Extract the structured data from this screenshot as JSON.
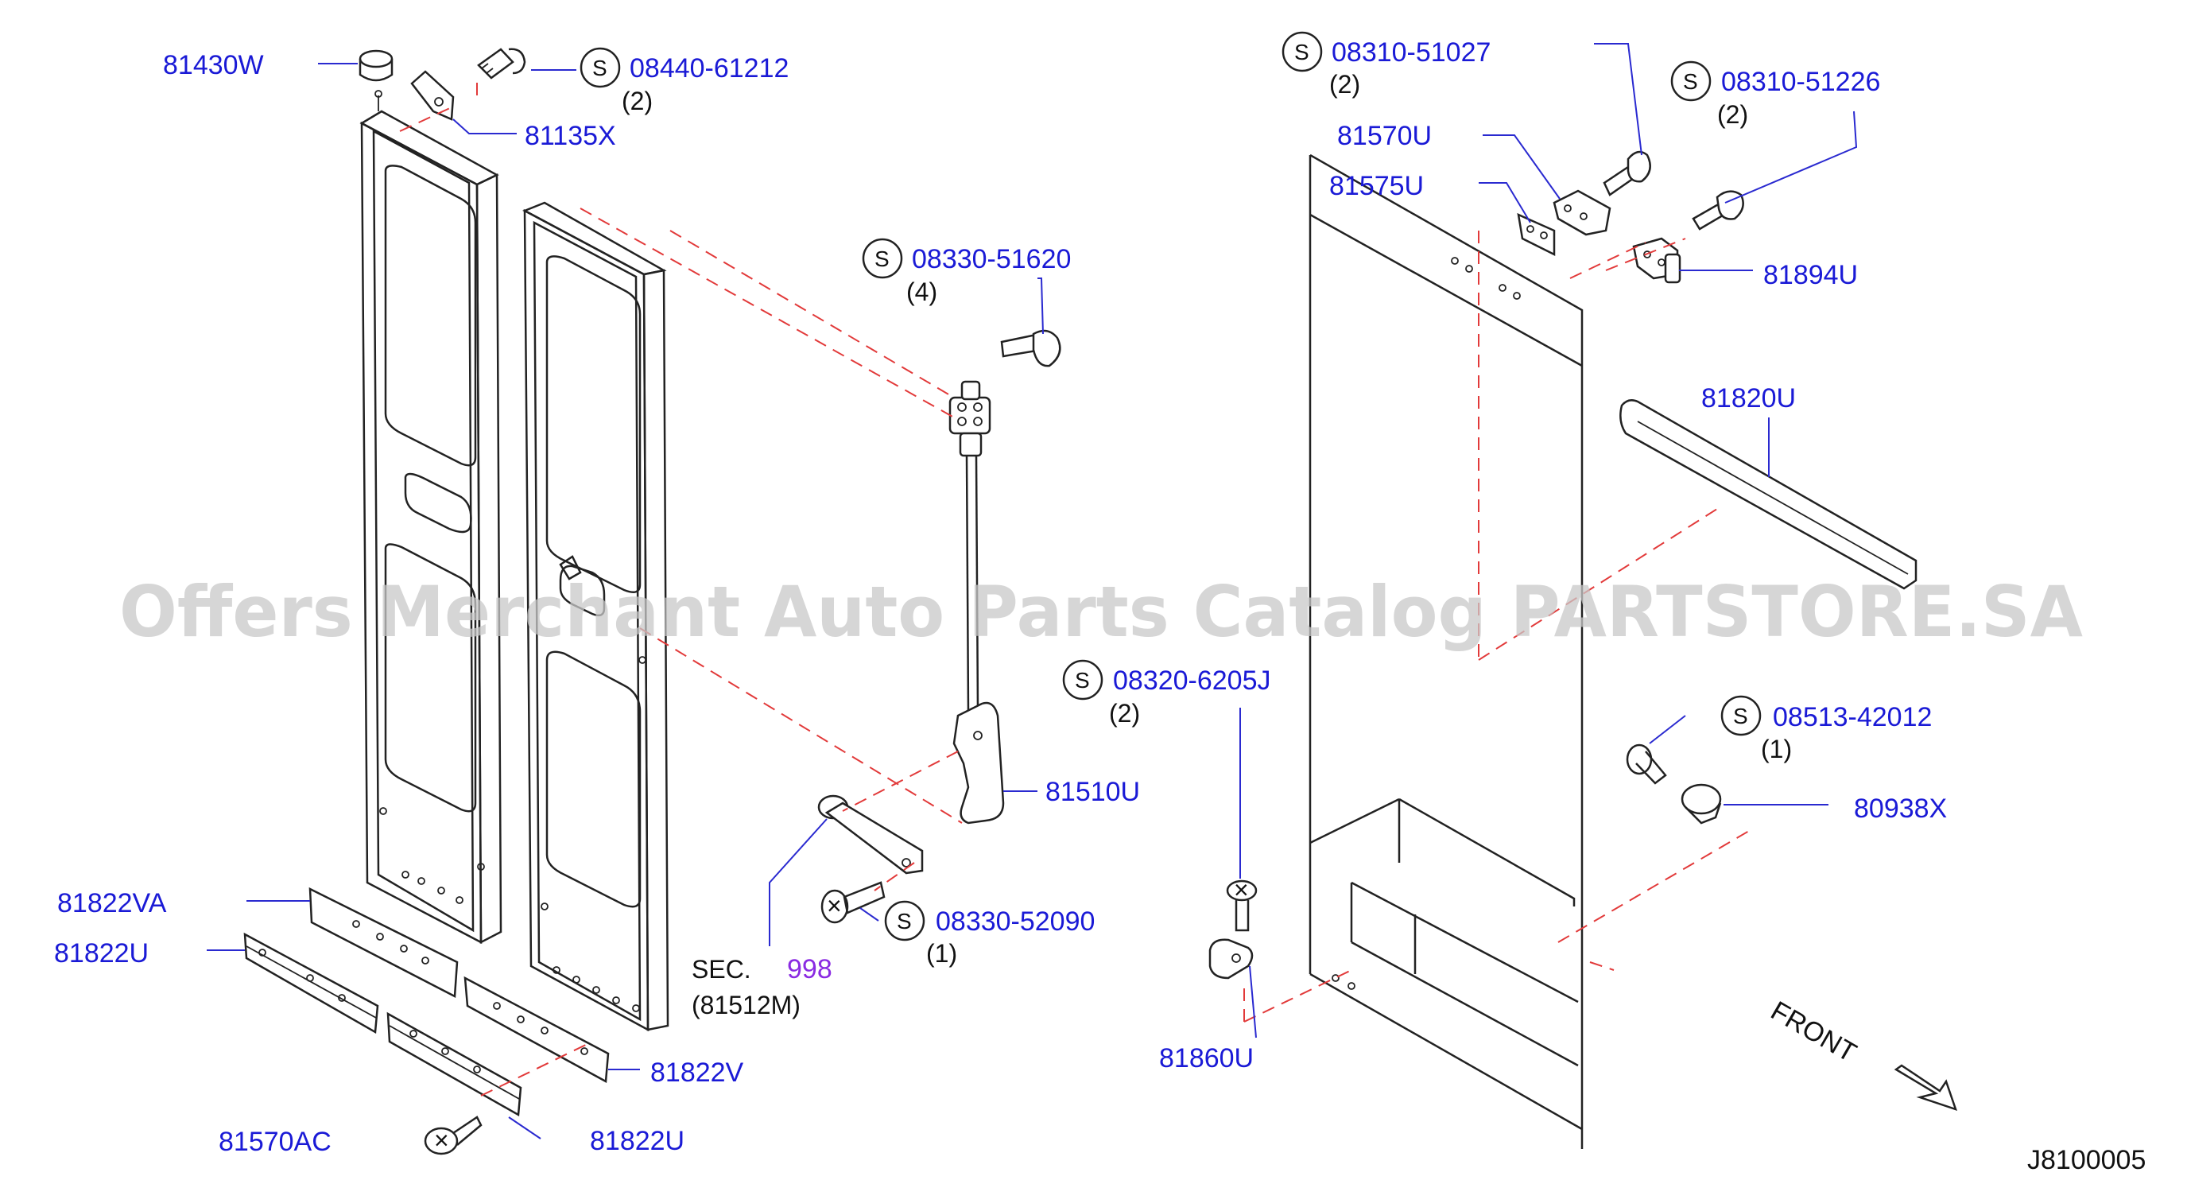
{
  "watermark": "Offers Merchant Auto Parts Catalog PARTSTORE.SA",
  "diagram_code": "J8100005",
  "front_label": "FRONT",
  "s_marker": "S",
  "section_ref": {
    "prefix": "SEC.",
    "number": "998",
    "sub": "(81512M)"
  },
  "parts": {
    "p81430W": "81430W",
    "p81135X": "81135X",
    "p81822VA": "81822VA",
    "p81822U_a": "81822U",
    "p81822V": "81822V",
    "p81570AC": "81570AC",
    "p81822U_b": "81822U",
    "p81510U": "81510U",
    "p81570U": "81570U",
    "p81575U": "81575U",
    "p81894U": "81894U",
    "p81820U": "81820U",
    "p80938X": "80938X",
    "p81860U": "81860U"
  },
  "fasteners": {
    "f1": {
      "code": "08440-61212",
      "qty": "(2)"
    },
    "f2": {
      "code": "08330-51620",
      "qty": "(4)"
    },
    "f3": {
      "code": "08330-52090",
      "qty": "(1)"
    },
    "f4": {
      "code": "08310-51027",
      "qty": "(2)"
    },
    "f5": {
      "code": "08310-51226",
      "qty": "(2)"
    },
    "f6": {
      "code": "08320-6205J",
      "qty": "(2)"
    },
    "f7": {
      "code": "08513-42012",
      "qty": "(1)"
    }
  },
  "colors": {
    "label": "#1a1ad6",
    "section": "#8a2be2",
    "dashed_line": "#e23a3a",
    "watermark": "#c8c8c8"
  }
}
